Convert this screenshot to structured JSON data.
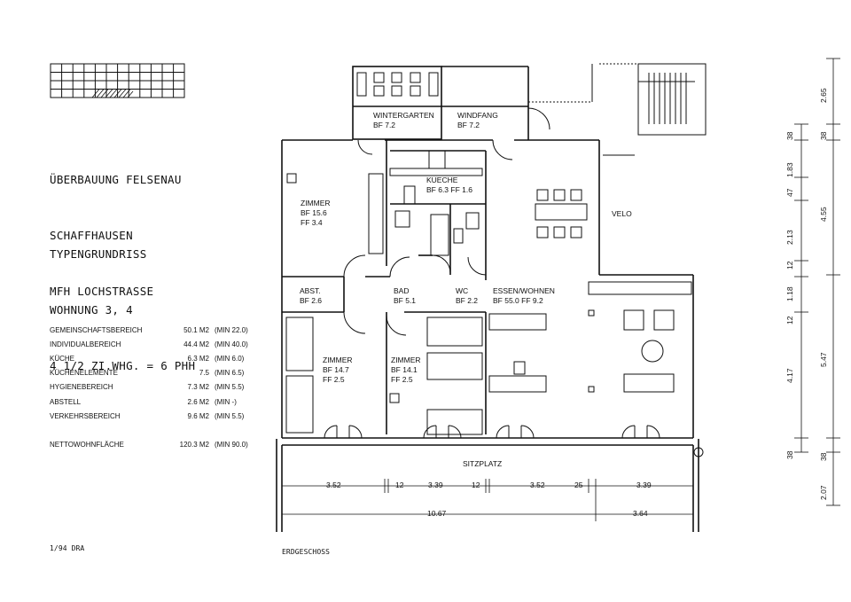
{
  "project": {
    "title_lines": [
      "ÜBERBAUUNG FELSENAU",
      "SCHAFFHAUSEN",
      "MFH LOCHSTRASSE"
    ],
    "type_lines": [
      "TYPENGRUNDRISS",
      "WOHNUNG 3, 4",
      "4 1/2 ZI.WHG. = 6 PHH"
    ]
  },
  "areas": [
    {
      "name": "GEMEINSCHAFTSBEREICH",
      "value": "50.1 M2",
      "min": "(MIN 22.0)"
    },
    {
      "name": "INDIVIDUALBEREICH",
      "value": "44.4 M2",
      "min": "(MIN 40.0)"
    },
    {
      "name": "KÜCHE",
      "value": "6.3 M2",
      "min": "(MIN 6.0)"
    },
    {
      "name": "KÜCHENELEMENTE",
      "value": "7.5",
      "min": "(MIN 6.5)"
    },
    {
      "name": "HYGIENEBEREICH",
      "value": "7.3 M2",
      "min": "(MIN 5.5)"
    },
    {
      "name": "ABSTELL",
      "value": "2.6 M2",
      "min": "(MIN -)"
    },
    {
      "name": "VERKEHRSBEREICH",
      "value": "9.6 M2",
      "min": "(MIN 5.5)"
    }
  ],
  "net_area": {
    "name": "NETTOWOHNFLÄCHE",
    "value": "120.3 M2",
    "min": "(MIN 90.0)"
  },
  "footer": {
    "date": "1/94 DRA",
    "floor": "ERDGESCHOSS"
  },
  "rooms": {
    "wintergarten": {
      "name": "WINTERGARTEN",
      "area": "BF 7.2"
    },
    "windfang": {
      "name": "WINDFANG",
      "area": "BF 7.2"
    },
    "kueche": {
      "name": "KUECHE",
      "area": "BF 6.3 FF 1.6"
    },
    "zimmer1": {
      "name": "ZIMMER",
      "bf": "BF 15.6",
      "ff": "FF 3.4"
    },
    "velo": {
      "name": "VELO"
    },
    "abst": {
      "name": "ABST.",
      "area": "BF 2.6"
    },
    "bad": {
      "name": "BAD",
      "area": "BF 5.1"
    },
    "wc": {
      "name": "WC",
      "area": "BF 2.2"
    },
    "essen": {
      "name": "ESSEN/WOHNEN",
      "area": "BF 55.0 FF 9.2"
    },
    "zimmer2": {
      "name": "ZIMMER",
      "bf": "BF 14.7",
      "ff": "FF 2.5"
    },
    "zimmer3": {
      "name": "ZIMMER",
      "bf": "BF 14.1",
      "ff": "FF 2.5"
    },
    "sitzplatz": {
      "name": "SITZPLATZ"
    }
  },
  "dimensions": {
    "horizontal_top": [
      "3.52",
      "12",
      "3.39",
      "12",
      "3.52",
      "25",
      "3.39"
    ],
    "horizontal_bottom": [
      "10.67",
      "3.64"
    ],
    "vertical_inner": [
      "38",
      "1.83",
      "47",
      "2.13",
      "12",
      "1.18",
      "12",
      "4.17",
      "38"
    ],
    "vertical_outer": [
      "2.65",
      "38",
      "4.55",
      "5.47",
      "2.07",
      "38"
    ]
  }
}
